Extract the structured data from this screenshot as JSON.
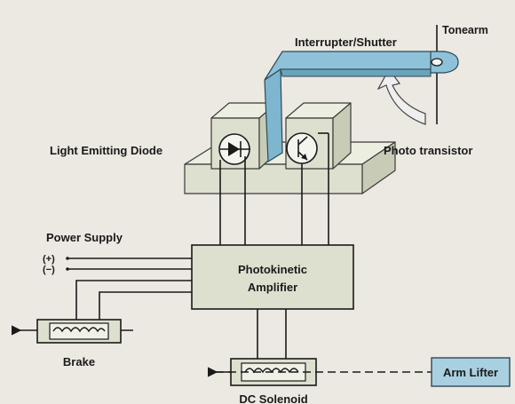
{
  "labels": {
    "tonearm": "Tonearm",
    "interrupter": "Interrupter/Shutter",
    "led": "Light Emitting Diode",
    "phototransistor": "Photo transistor",
    "power_supply": "Power Supply",
    "plus": "(+)",
    "minus": "(−)",
    "amplifier_line1": "Photokinetic",
    "amplifier_line2": "Amplifier",
    "brake": "Brake",
    "dc_solenoid": "DC Solenoid",
    "arm_lifter": "Arm Lifter"
  },
  "colors": {
    "background": "#ece8e2",
    "block": "#dde0cf",
    "shutter": "#7fb6cf",
    "arm_lifter_box": "#a9d0e0",
    "ink": "#1a1a1a"
  },
  "icons": {
    "led": "diode-symbol",
    "phototransistor": "transistor-symbol",
    "coil": "coil-symbol",
    "rotation": "curved-arrow"
  }
}
